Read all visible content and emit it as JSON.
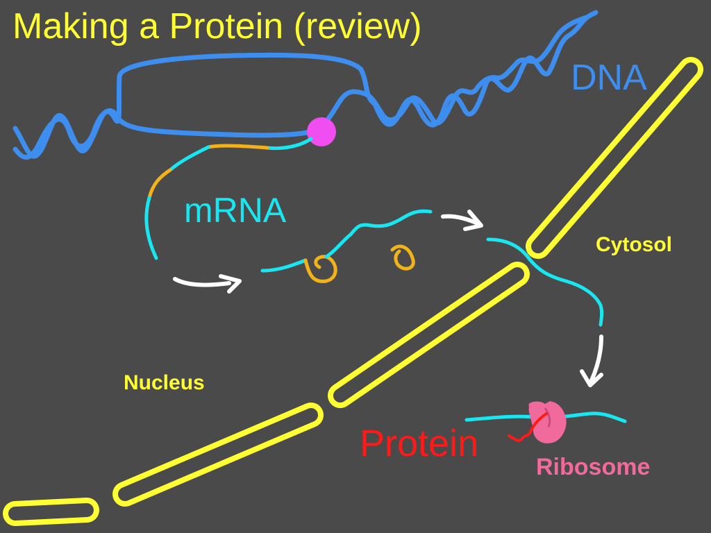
{
  "slide": {
    "title": "Making a Protein (review)",
    "labels": {
      "dna": "DNA",
      "mrna": "mRNA",
      "cytosol": "Cytosol",
      "nucleus": "Nucleus",
      "protein": "Protein",
      "ribosome": "Ribosome"
    }
  },
  "colors": {
    "background": "#4a4a4a",
    "title": "#ffff33",
    "dna": "#3d8eef",
    "mrna": "#19e6f0",
    "mrna_segment": "#f2b21a",
    "membrane": "#ffff33",
    "arrow": "#ffffff",
    "rna_polymerase": "#f04ef0",
    "ribosome": "#f06a9c",
    "protein": "#ff1a1a",
    "cytosol_label": "#ffff33",
    "nucleus_label": "#ffff33"
  }
}
